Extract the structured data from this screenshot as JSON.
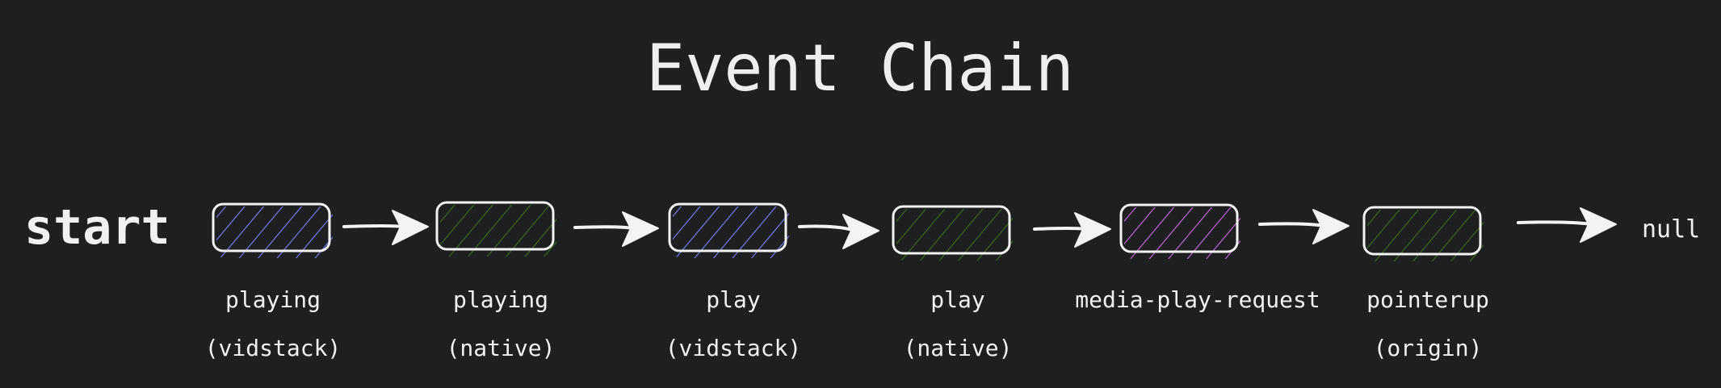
{
  "title": "Event Chain",
  "start_label": "start",
  "end_label": "null",
  "nodes": [
    {
      "line1": "playing",
      "line2": "(vidstack)",
      "color": "#7b7ff0"
    },
    {
      "line1": "playing",
      "line2": "(native)",
      "color": "#3d6b1e"
    },
    {
      "line1": "play",
      "line2": "(vidstack)",
      "color": "#7b7ff0"
    },
    {
      "line1": "play",
      "line2": "(native)",
      "color": "#3d6b1e"
    },
    {
      "line1": "media-play-request",
      "line2": "",
      "color": "#c86bdc"
    },
    {
      "line1": "pointerup",
      "line2": "(origin)",
      "color": "#3d6b1e"
    }
  ]
}
